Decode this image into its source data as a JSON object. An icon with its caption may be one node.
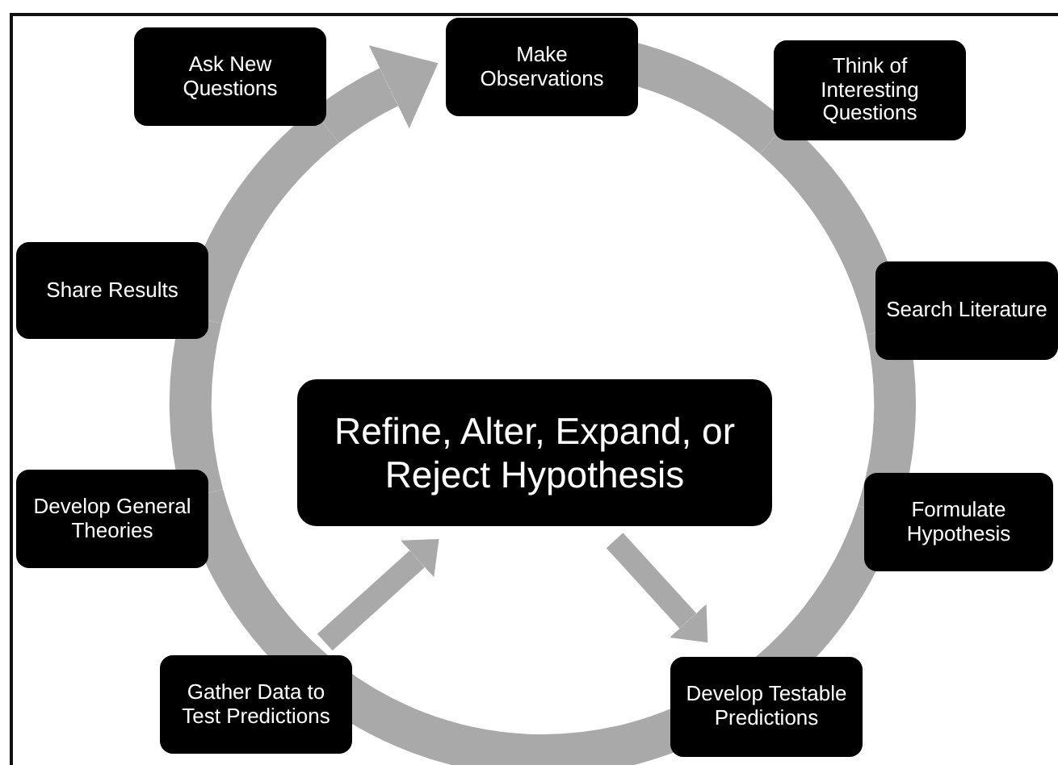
{
  "diagram": {
    "nodes": [
      {
        "text": [
          "Make Observations"
        ]
      },
      {
        "text": [
          "Think of Interesting Questions"
        ]
      },
      {
        "text": [
          "Search Literature"
        ]
      },
      {
        "text": [
          "Formulate Hypothesis"
        ]
      },
      {
        "text": [
          "Develop Testable Predictions"
        ]
      },
      {
        "text": [
          "Gather Data to Test Predictions"
        ]
      },
      {
        "text": [
          "Develop General Theories"
        ]
      },
      {
        "text": [
          "Share Results"
        ]
      },
      {
        "text": [
          "Ask New Questions"
        ]
      },
      {
        "text": [
          "Refine, Alter, Expand, or Reject Hypothesis"
        ]
      }
    ],
    "edges": [
      {
        "from": 0,
        "to": 1,
        "arrow": "none"
      },
      {
        "from": 1,
        "to": 2,
        "arrow": "none"
      },
      {
        "from": 2,
        "to": 3,
        "arrow": "none"
      },
      {
        "from": 3,
        "to": 4,
        "arrow": "none"
      },
      {
        "from": 4,
        "to": 5,
        "arrow": "none"
      },
      {
        "from": 5,
        "to": 6,
        "arrow": "none"
      },
      {
        "from": 6,
        "to": 7,
        "arrow": "none"
      },
      {
        "from": 7,
        "to": 8,
        "arrow": "none"
      },
      {
        "from": 8,
        "to": 0,
        "arrow": "to"
      },
      {
        "from": 5,
        "to": 9,
        "arrow": "to"
      },
      {
        "from": 9,
        "to": 4,
        "arrow": "to"
      }
    ]
  }
}
